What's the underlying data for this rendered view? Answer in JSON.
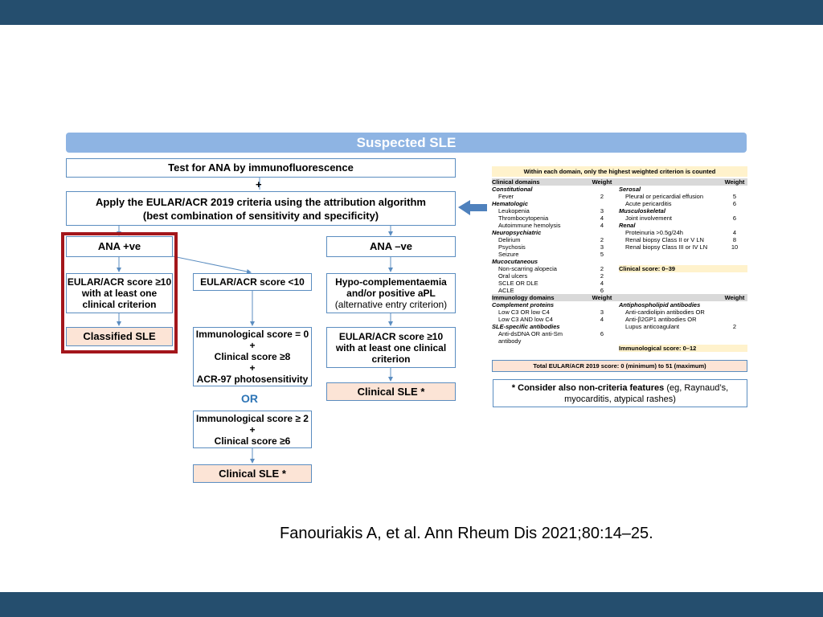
{
  "title": "Suspected SLE",
  "flow": {
    "test_ana": "Test for ANA by immunofluorescence",
    "plus": "+",
    "apply_line1": "Apply the EULAR/ACR 2019 criteria using the attribution algorithm",
    "apply_line2": "(best combination of sensitivity and specificity)",
    "ana_pos": "ANA +ve",
    "ana_neg": "ANA –ve",
    "eular_ge10_l1": "EULAR/ACR score ≥10",
    "eular_ge10_l2": "with at least one",
    "eular_ge10_l3": "clinical criterion",
    "classified_sle": "Classified SLE",
    "eular_lt10": "EULAR/ACR score <10",
    "immuno0_l1": "Immunological score = 0",
    "immuno0_l2": "+",
    "immuno0_l3": "Clinical score ≥8",
    "immuno0_l4": "+",
    "immuno0_l5": "ACR-97 photosensitivity",
    "or": "OR",
    "immuno2_l1": "Immunological score ≥ 2",
    "immuno2_l2": "+",
    "immuno2_l3": "Clinical score ≥6",
    "clinical_sle_left": "Clinical SLE *",
    "hypo_l1": "Hypo-complementaemia",
    "hypo_l2": "and/or positive aPL",
    "hypo_l3": "(alternative entry criterion)",
    "neg_ge10_l1": "EULAR/ACR score ≥10",
    "neg_ge10_l2": "with at least one clinical",
    "neg_ge10_l3": "criterion",
    "clinical_sle_right": "Clinical SLE *"
  },
  "table": {
    "header": "Within each domain, only the highest weighted criterion is counted",
    "clinical_domains": "Clinical domains",
    "weight": "Weight",
    "rows": [
      {
        "a": "Constitutional",
        "aw": "",
        "adom": true,
        "b": "Serosal",
        "bw": "",
        "bdom": true
      },
      {
        "a": "Fever",
        "aw": "2",
        "b": "Pleural or pericardial effusion",
        "bw": "5"
      },
      {
        "a": "Hematologic",
        "aw": "",
        "adom": true,
        "b": "Acute pericarditis",
        "bw": "6"
      },
      {
        "a": "Leukopenia",
        "aw": "3",
        "b": "Musculoskeletal",
        "bw": "",
        "bdom": true
      },
      {
        "a": "Thrombocytopenia",
        "aw": "4",
        "b": "Joint involvement",
        "bw": "6"
      },
      {
        "a": "Autoimmune hemolysis",
        "aw": "4",
        "b": "Renal",
        "bw": "",
        "bdom": true
      },
      {
        "a": "Neuropsychiatric",
        "aw": "",
        "adom": true,
        "b": "Proteinuria >0.5g/24h",
        "bw": "4"
      },
      {
        "a": "Delirium",
        "aw": "2",
        "b": "Renal biopsy Class II or V LN",
        "bw": "8"
      },
      {
        "a": "Psychosis",
        "aw": "3",
        "b": "Renal biopsy Class III or IV LN",
        "bw": "10"
      },
      {
        "a": "Seizure",
        "aw": "5",
        "b": "",
        "bw": ""
      },
      {
        "a": "Mucocutaneous",
        "aw": "",
        "adom": true,
        "b": "",
        "bw": ""
      },
      {
        "a": "Non-scarring alopecia",
        "aw": "2",
        "b": "Clinical score: 0–39",
        "bw": "",
        "bscore": true
      },
      {
        "a": "Oral ulcers",
        "aw": "2",
        "b": "",
        "bw": ""
      },
      {
        "a": "SCLE OR DLE",
        "aw": "4",
        "b": "",
        "bw": ""
      },
      {
        "a": "ACLE",
        "aw": "6",
        "b": "",
        "bw": ""
      }
    ],
    "immunology_domains": "Immunology domains",
    "rows2": [
      {
        "a": "Complement proteins",
        "aw": "",
        "adom": true,
        "b": "Antiphospholipid antibodies",
        "bw": "",
        "bdom": true
      },
      {
        "a": "Low C3 OR low C4",
        "aw": "3",
        "b": "Anti-cardiolipin antibodies OR",
        "bw": ""
      },
      {
        "a": "Low C3 AND low C4",
        "aw": "4",
        "b": "Anti-β2GP1 antibodies OR",
        "bw": ""
      },
      {
        "a": "SLE-specific antibodies",
        "aw": "",
        "adom": true,
        "b": "Lupus anticoagulant",
        "bw": "2"
      },
      {
        "a": "Anti-dsDNA OR anti-Sm antibody",
        "aw": "6",
        "b": "",
        "bw": ""
      },
      {
        "a": "",
        "aw": "",
        "b": "Immunological score: 0–12",
        "bw": "",
        "bscore": true
      }
    ],
    "total": "Total EULAR/ACR 2019 score: 0 (minimum) to 51 (maximum)"
  },
  "note": {
    "bold": "* Consider also non-criteria features",
    "rest1": " (eg, Raynaud’s,",
    "rest2": "myocarditis, atypical rashes)"
  },
  "citation": "Fanouriakis A, et al. Ann Rheum Dis 2021;80:14–25."
}
